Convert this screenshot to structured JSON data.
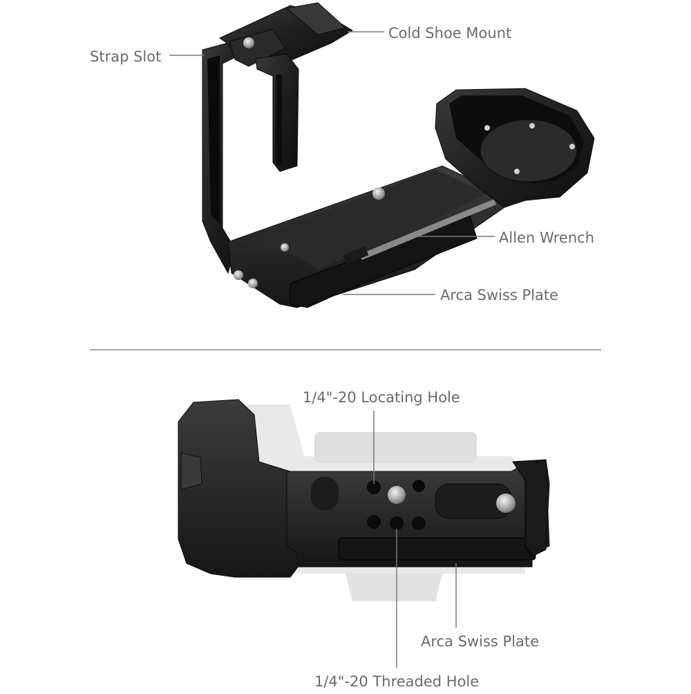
{
  "labels": {
    "cold_shoe_mount": "Cold Shoe Mount",
    "strap_slot": "Strap Slot",
    "allen_wrench": "Allen Wrench",
    "arca_swiss_plate_top": "Arca Swiss Plate",
    "locating_hole": "1/4\"-20 Locating Hole",
    "arca_swiss_plate_bottom": "Arca Swiss Plate",
    "threaded_hole": "1/4\"-20 Threaded Hole"
  },
  "colors": {
    "metal_dark": "#1c1c1e",
    "metal_mid": "#2e2e31",
    "metal_light": "#4a4a4f",
    "camera_ghost": "#e6e6e6",
    "leader_line": "#7a7a7a",
    "label_text": "#6a6a6a"
  }
}
